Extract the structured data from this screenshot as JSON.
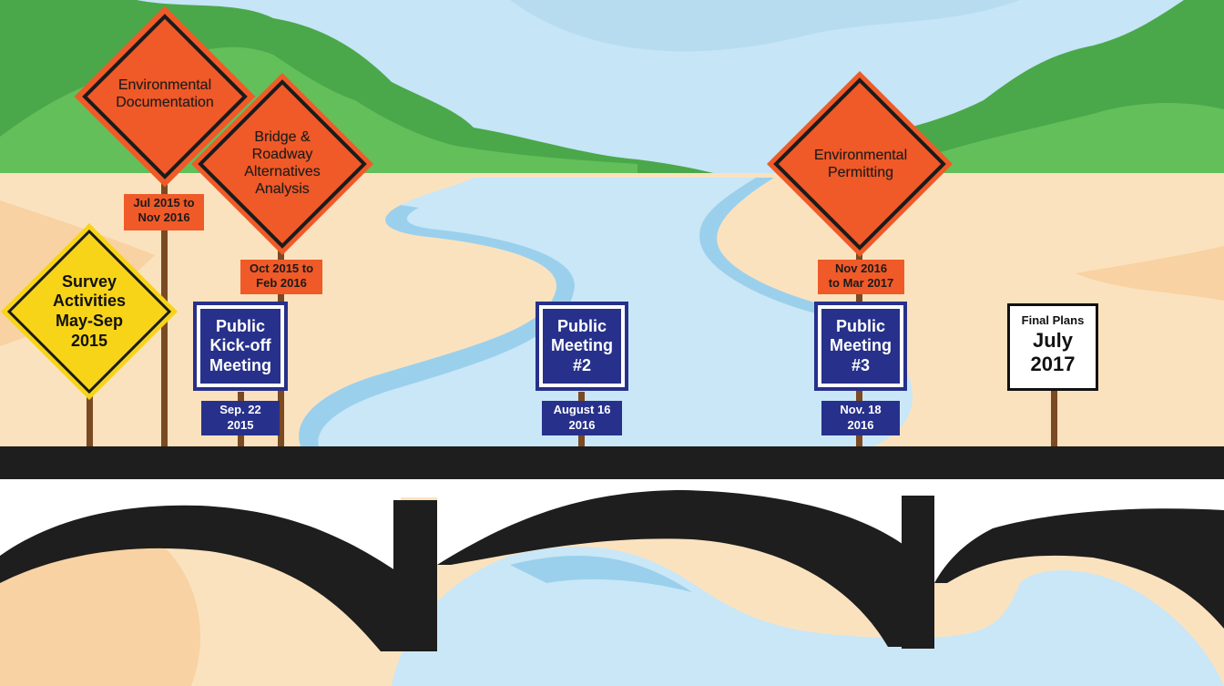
{
  "signs": {
    "survey": {
      "label": "Survey\nActivities\nMay-Sep\n2015"
    },
    "env_documentation": {
      "label": "Environmental\nDocumentation",
      "dates": "Jul 2015 to\nNov 2016"
    },
    "bridge_roadway": {
      "label": "Bridge &\nRoadway\nAlternatives\nAnalysis",
      "dates": "Oct 2015 to\nFeb 2016"
    },
    "env_permitting": {
      "label": "Environmental\nPermitting",
      "dates": "Nov 2016\nto Mar 2017"
    },
    "kickoff_meeting": {
      "label": "Public\nKick-off\nMeeting",
      "date": "Sep. 22\n2015"
    },
    "meeting_2": {
      "label": "Public\nMeeting\n#2",
      "date": "August 16\n2016"
    },
    "meeting_3": {
      "label": "Public\nMeeting\n#3",
      "date": "Nov. 18\n2016"
    },
    "final_plans": {
      "title": "Final Plans",
      "date": "July\n2017"
    }
  },
  "colors": {
    "orange_sign": "#f05a28",
    "yellow_sign": "#f7d417",
    "blue_sign": "#27318b",
    "road": "#1e1e1e",
    "post": "#7a4a22"
  }
}
